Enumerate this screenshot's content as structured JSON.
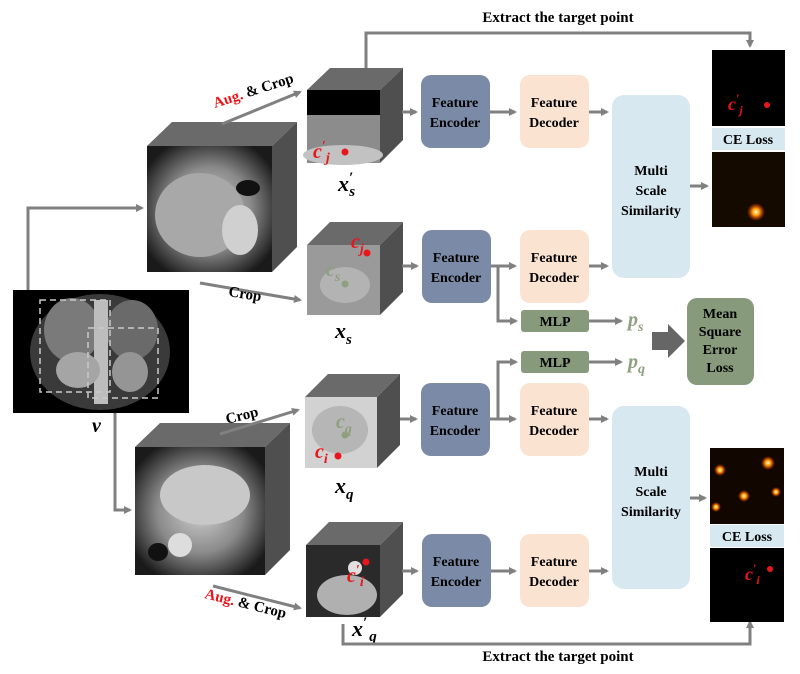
{
  "top_caption": "Extract the target point",
  "bottom_caption": "Extract the target point",
  "input_volume": {
    "symbol": "v"
  },
  "aug_crop_top": {
    "aug": "Aug.",
    "rest": " & Crop"
  },
  "aug_crop_bottom": {
    "aug": "Aug.",
    "rest": " & Crop"
  },
  "crop_upper": "Crop",
  "crop_lower": "Crop",
  "crops": {
    "xs_prime": {
      "base": "x",
      "sub": "s",
      "prime": "′",
      "point": {
        "base": "c",
        "prime": "′",
        "sub": "j"
      }
    },
    "xs": {
      "base": "x",
      "sub": "s",
      "point_j": {
        "base": "c",
        "sub": "j"
      },
      "point_s": {
        "base": "c",
        "sub": "s"
      }
    },
    "xq": {
      "base": "x",
      "sub": "q",
      "point_q": {
        "base": "c",
        "sub": "q"
      },
      "point_i": {
        "base": "c",
        "sub": "i"
      }
    },
    "xq_prime": {
      "base": "x",
      "prime": "′",
      "sub": "q",
      "point": {
        "base": "c",
        "prime": "′",
        "sub": "i"
      }
    }
  },
  "encoder": {
    "line1": "Feature",
    "line2": "Encoder"
  },
  "decoder": {
    "line1": "Feature",
    "line2": "Decoder"
  },
  "mlp": "MLP",
  "proj_s": {
    "base": "p",
    "sub": "s"
  },
  "proj_q": {
    "base": "p",
    "sub": "q"
  },
  "similarity": {
    "line1": "Multi",
    "line2": "Scale",
    "line3": "Similarity"
  },
  "mse": {
    "line1": "Mean",
    "line2": "Square",
    "line3": "Error",
    "line4": "Loss"
  },
  "ce_loss_top": "CE Loss",
  "ce_loss_bottom": "CE Loss",
  "heatmap_label_top": {
    "base": "c",
    "prime": "′",
    "sub": "j"
  },
  "heatmap_label_bottom": {
    "base": "c",
    "prime": "′",
    "sub": "i"
  },
  "colors": {
    "encoder": "#7b8aa6",
    "decoder": "#fbe3d2",
    "similarity": "#d7e8f0",
    "mlp": "#879a7b",
    "mse": "#879a7b",
    "arrow": "#808080",
    "highlight": "#e8161b",
    "proj_text": "#8ea07e"
  }
}
